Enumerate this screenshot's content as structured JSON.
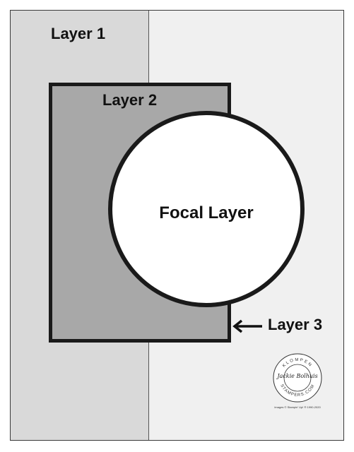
{
  "layers": {
    "layer1": "Layer 1",
    "layer2": "Layer 2",
    "layer3": "Layer 3",
    "focal": "Focal Layer"
  },
  "logo": {
    "top_text": "KLOMPEN",
    "name": "Jackie Bolhuis",
    "bottom_text": "STAMPERS.COM",
    "copyright": "Images © Stampin' Up! ® 1990-2020"
  },
  "colors": {
    "background": "#f0f0f0",
    "layer1": "#d9d9d9",
    "layer2": "#a8a8a8",
    "focal": "#ffffff",
    "outline": "#1a1a1a"
  },
  "icons": {
    "arrow": "left-arrow-icon"
  }
}
